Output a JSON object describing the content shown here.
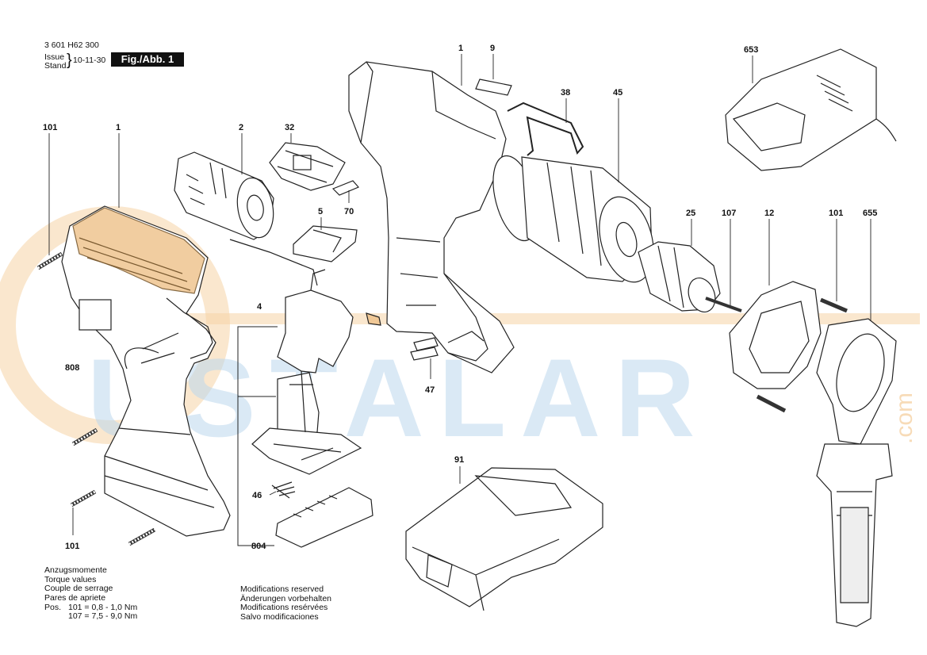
{
  "header": {
    "part_number": "3 601 H62 300",
    "issue_label": "Issue",
    "stand_label": "Stand",
    "date": "10-11-30",
    "figure": "Fig./Abb. 1"
  },
  "part_labels": {
    "p101_top": "101",
    "p1_left": "1",
    "p2": "2",
    "p32": "32",
    "p5": "5",
    "p70": "70",
    "p4": "4",
    "p808": "808",
    "p1_top": "1",
    "p9": "9",
    "p38": "38",
    "p45": "45",
    "p653": "653",
    "p25": "25",
    "p107": "107",
    "p12": "12",
    "p101_right": "101",
    "p655": "655",
    "p47": "47",
    "p91": "91",
    "p46": "46",
    "p804": "804",
    "p101_bottom": "101"
  },
  "torque_notes": {
    "lines": [
      "Anzugsmomente",
      "Torque values",
      "Couple de serrage",
      "Pares de apriete"
    ],
    "pos_label": "Pos.",
    "row1": "101 =  0,8 - 1,0 Nm",
    "row2": "107 =  7,5 - 9,0 Nm"
  },
  "modification_notes": {
    "lines": [
      "Modifications reserved",
      "Änderungen vorbehalten",
      "Modifications resérvées",
      "Salvo modificaciones"
    ]
  },
  "watermark": {
    "text": "USTALAR",
    "suffix": ".com",
    "color_orange": "#f3c38a",
    "color_blue": "#9fc5e4"
  }
}
